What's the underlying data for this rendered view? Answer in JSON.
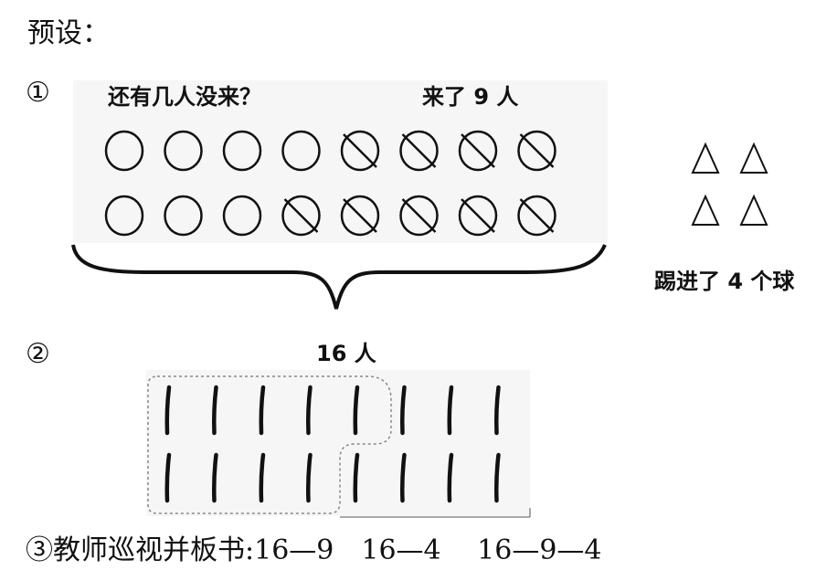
{
  "heading": "预设：",
  "section1": {
    "marker": "①",
    "question": "还有几人没来？",
    "came_label": "来了 9 人",
    "circle_rows": [
      {
        "empty": 4,
        "crossed": 4
      },
      {
        "empty": 3,
        "crossed": 5
      }
    ],
    "triangle_count": 4,
    "kicked_label": "踢进了 4 个球"
  },
  "section2": {
    "marker": "②",
    "total_label": "16 人",
    "stick_rows": 2,
    "sticks_per_row": 8
  },
  "section3": {
    "text": "③教师巡视并板书:16—9　16—4　 16—9—4"
  },
  "colors": {
    "ink": "#111111",
    "panel": "#f6f6f6",
    "dashed": "#888888"
  }
}
